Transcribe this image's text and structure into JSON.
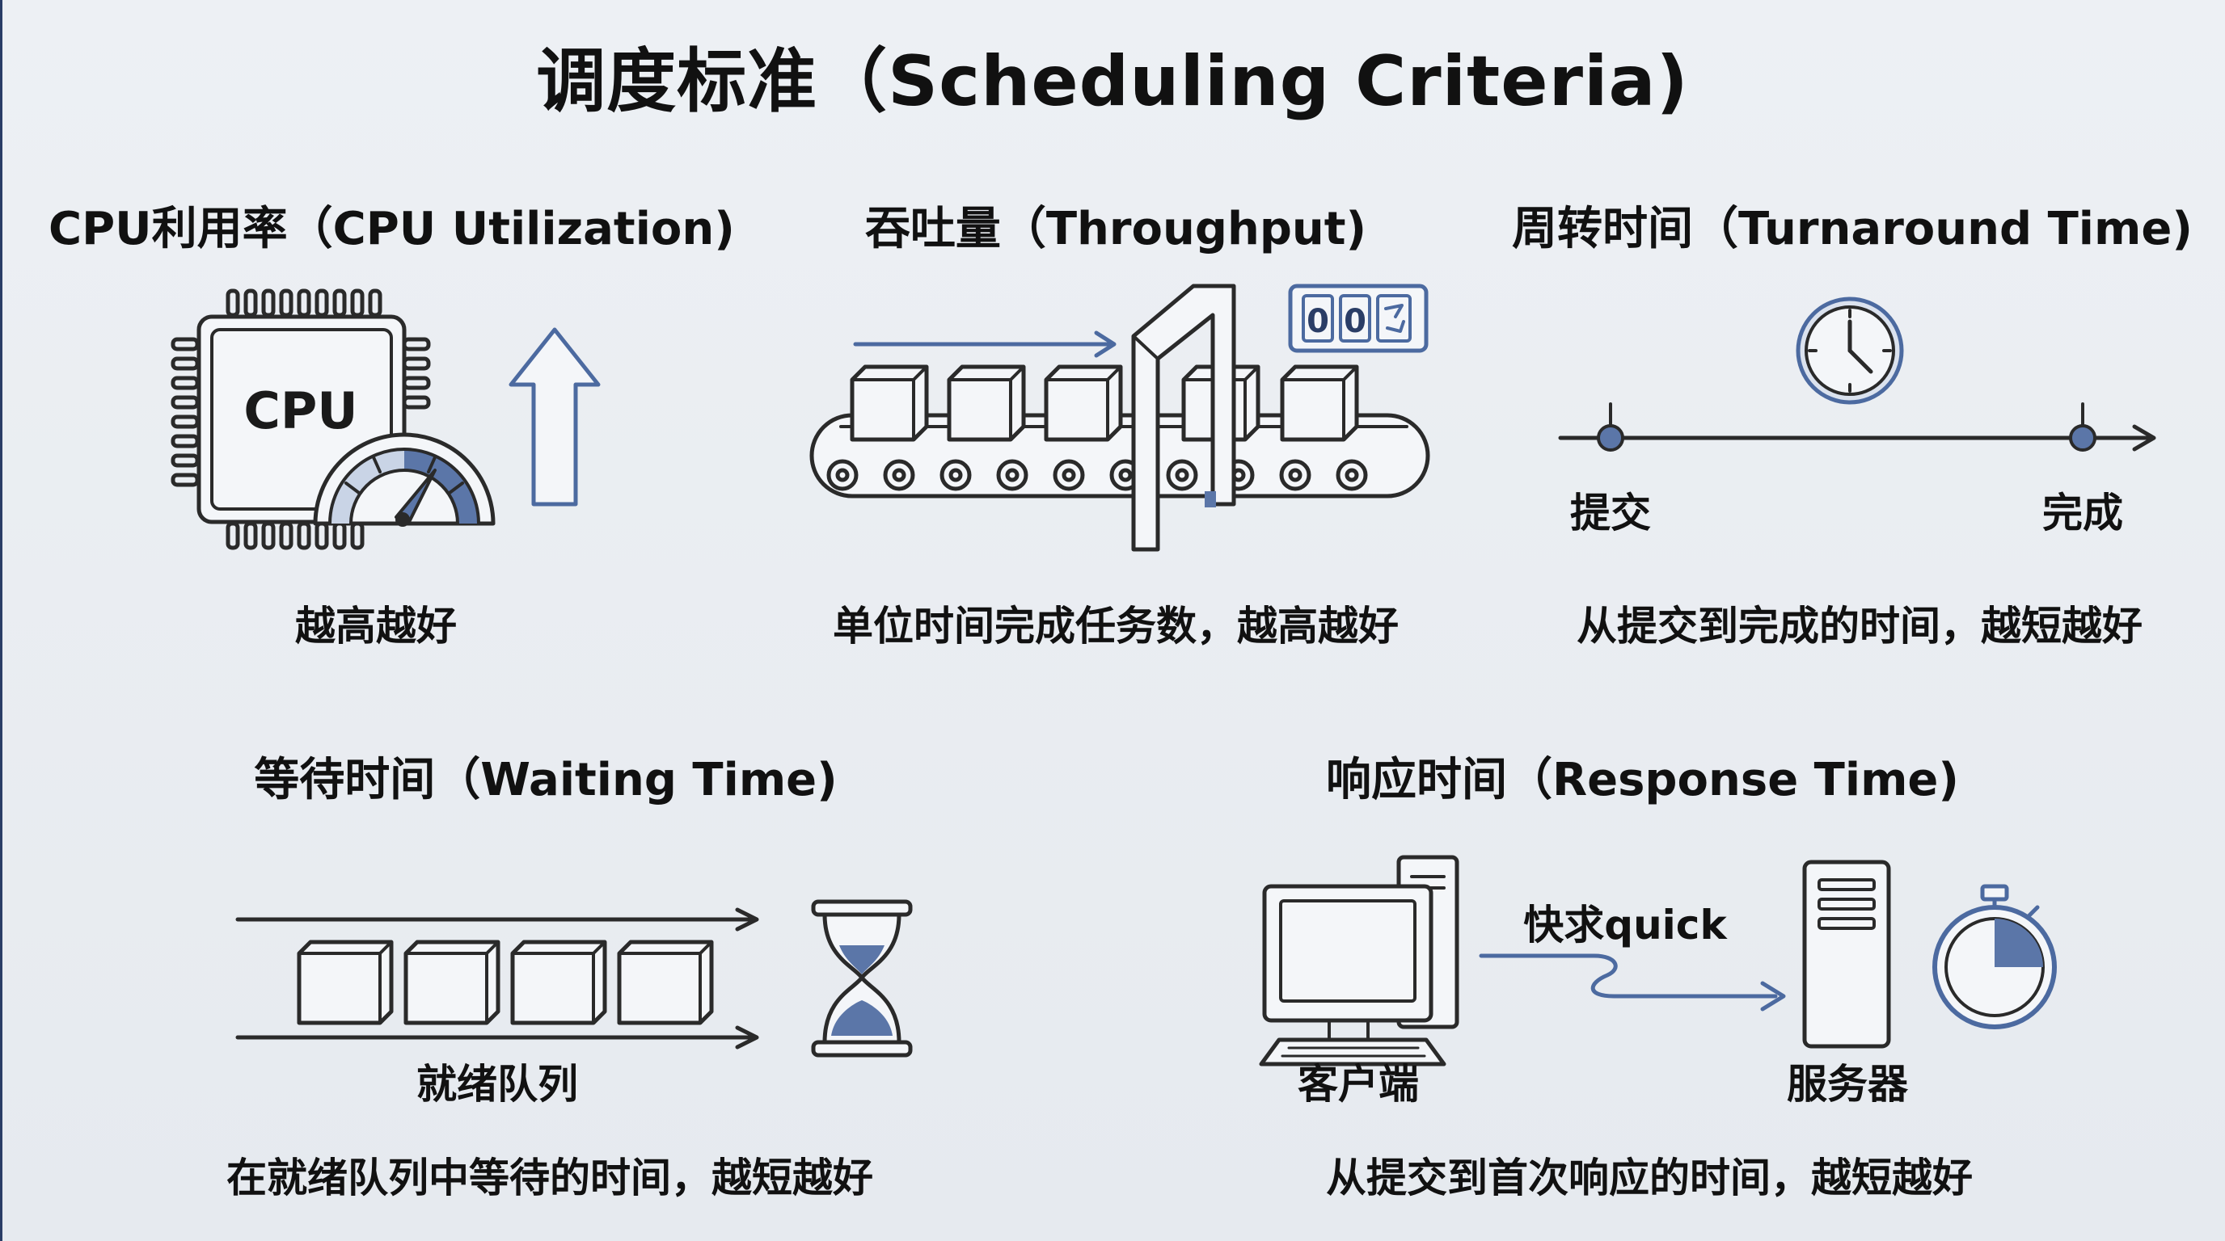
{
  "title": "调度标准（Scheduling Criteria)",
  "sections": {
    "cpu": {
      "title": "CPU利用率（CPU Utilization)",
      "chip_label": "CPU",
      "desc": "越高越好"
    },
    "throughput": {
      "title": "吞吐量（Throughput)",
      "counter": "00",
      "desc": "单位时间完成任务数，越高越好"
    },
    "turnaround": {
      "title": "周转时间（Turnaround Time)",
      "start_label": "提交",
      "end_label": "完成",
      "desc": "从提交到完成的时间，越短越好"
    },
    "waiting": {
      "title": "等待时间（Waiting Time)",
      "queue_label": "就绪队列",
      "desc": "在就绪队列中等待的时间，越短越好"
    },
    "response": {
      "title": "响应时间（Response Time)",
      "request_label": "快求quick",
      "client_label": "客户端",
      "server_label": "服务器",
      "desc": "从提交到首次响应的时间，越短越好"
    }
  },
  "colors": {
    "accent": "#5b76a8",
    "background": "#e8ecf1",
    "frame": "#2a3d66"
  },
  "icons": [
    "cpu-chip-icon",
    "gauge-icon",
    "up-arrow-icon",
    "conveyor-belt-icon",
    "counter-icon",
    "clock-icon",
    "timeline-icon",
    "hourglass-icon",
    "computer-icon",
    "server-icon",
    "stopwatch-icon"
  ]
}
